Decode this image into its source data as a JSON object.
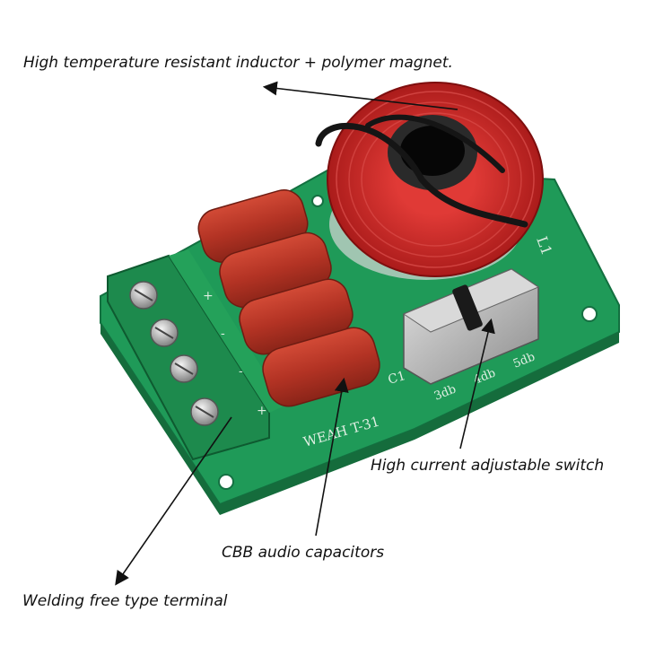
{
  "annotations": {
    "inductor": "High temperature resistant inductor + polymer magnet.",
    "switch": "High current adjustable switch",
    "capacitors": "CBB audio capacitors",
    "terminal": "Welding free type terminal"
  },
  "board": {
    "silkscreen": "WEAH T-31",
    "cap_label": "C1",
    "coil_label": "L1",
    "switch_positions": [
      "3db",
      "4db",
      "5db"
    ],
    "terminal_signs": [
      "+",
      "-",
      "-",
      "+"
    ]
  },
  "colors": {
    "pcb": "#1f9a58",
    "capacitor": "#b33324",
    "copper_coil": "#c21f1f",
    "switch_metal": "#bcbcbc",
    "terminal_block": "#1d8a4d",
    "arrow": "#111111"
  }
}
